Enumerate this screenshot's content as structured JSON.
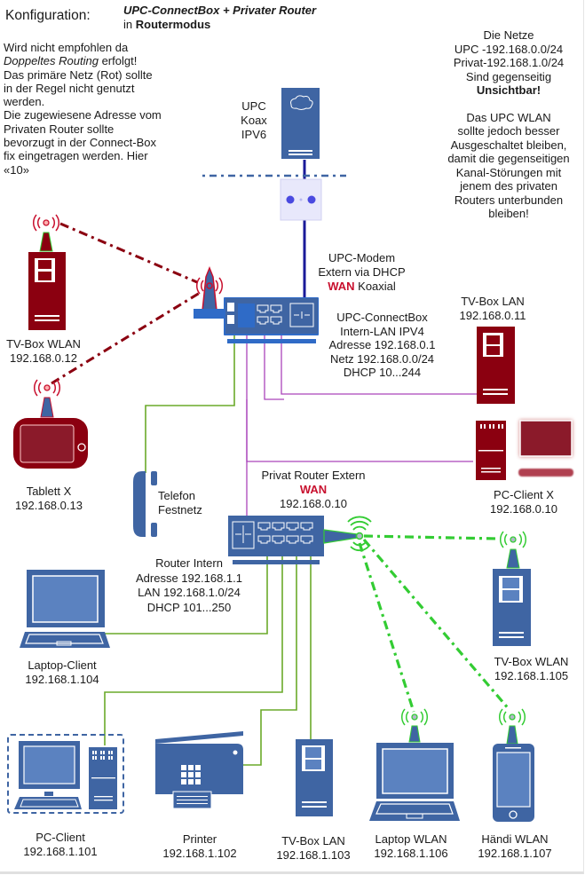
{
  "header": {
    "label": "Konfiguration:",
    "title": "UPC-ConnectBox + Privater Router",
    "mode_prefix": "in",
    "mode": "Routermodus"
  },
  "left_note": {
    "line1": "Wird nicht empfohlen da",
    "line2_italic": "Doppeltes Routing",
    "line2_rest": " erfolgt!",
    "line3": "Das primäre Netz (Rot) sollte",
    "line4": "in der Regel nicht genutzt",
    "line5": "werden.",
    "line6": "Die zugewiesene Adresse vom",
    "line7": "Privaten Router sollte",
    "line8": "bevorzugt in der Connect-Box",
    "line9": "fix eingetragen werden. Hier",
    "line10": "«10»"
  },
  "right_note": {
    "line1": "Die Netze",
    "line2": "UPC -192.168.0.0/24",
    "line3": "Privat-192.168.1.0/24",
    "line4": "Sind gegenseitig",
    "line5_bold": "Unsichtbar!",
    "line6": "Das UPC WLAN",
    "line7": "sollte jedoch besser",
    "line8": "Ausgeschaltet bleiben,",
    "line9": "damit die gegenseitigen",
    "line10": "Kanal-Störungen mit",
    "line11": "jenem des privaten",
    "line12": "Routers unterbunden",
    "line13": "bleiben!"
  },
  "upc_source": {
    "line1": "UPC",
    "line2": "Koax",
    "line3": "IPV6"
  },
  "upc_modem": {
    "line1": "UPC-Modem",
    "line2": "Extern via DHCP",
    "wan": "WAN",
    "line3_rest": " Koaxial"
  },
  "connectbox": {
    "line1": "UPC-ConnectBox",
    "line2": "Intern-LAN IPV4",
    "line3": "Adresse 192.168.0.1",
    "line4": "Netz 192.168.0.0/24",
    "line5": "DHCP 10...244"
  },
  "private_router_ext": {
    "line1": "Privat Router Extern",
    "wan": "WAN",
    "line3": "192.168.0.10"
  },
  "private_router_int": {
    "line1": "Router Intern",
    "line2": "Adresse 192.168.1.1",
    "line3": "LAN 192.168.1.0/24",
    "line4": "DHCP 101...250"
  },
  "telefon": {
    "line1": "Telefon",
    "line2": "Festnetz"
  },
  "devices": {
    "tvbox_wlan_upc": {
      "name": "TV-Box WLAN",
      "ip": "192.168.0.12"
    },
    "tablet_x": {
      "name": "Tablett X",
      "ip": "192.168.0.13"
    },
    "tvbox_lan_upc": {
      "name": "TV-Box LAN",
      "ip": "192.168.0.11"
    },
    "pc_client_x": {
      "name": "PC-Client X",
      "ip": "192.168.0.10"
    },
    "laptop_client": {
      "name": "Laptop-Client",
      "ip": "192.168.1.104"
    },
    "tvbox_wlan_priv": {
      "name": "TV-Box WLAN",
      "ip": "192.168.1.105"
    },
    "pc_client": {
      "name": "PC-Client",
      "ip": "192.168.1.101"
    },
    "printer": {
      "name": "Printer",
      "ip": "192.168.1.102"
    },
    "tvbox_lan_priv": {
      "name": "TV-Box LAN",
      "ip": "192.168.1.103"
    },
    "laptop_wlan": {
      "name": "Laptop WLAN",
      "ip": "192.168.1.106"
    },
    "handi_wlan": {
      "name": "Händi WLAN",
      "ip": "192.168.1.107"
    }
  },
  "colors": {
    "upc_red": "#8b0010",
    "device_blue": "#3f65a3",
    "lan_green": "#6aaa2a",
    "wlan_green": "#33cc33",
    "link_purple": "#aa44bb",
    "coax_navy": "#1a1a99",
    "wan_red": "#c8102e"
  }
}
